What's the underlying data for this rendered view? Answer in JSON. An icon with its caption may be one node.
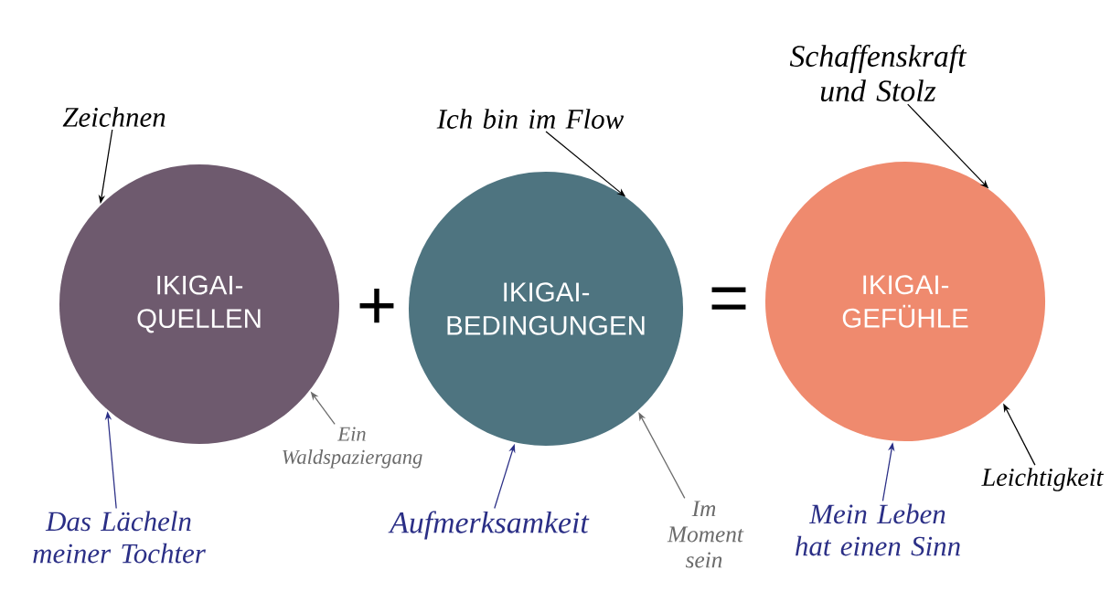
{
  "diagram": {
    "nodes": [
      {
        "text": [
          "IKIGAI- QUELLEN"
        ]
      },
      {
        "text": [
          "IKIGAI- BEDINGUNGEN"
        ]
      },
      {
        "text": [
          "IKIGAI- GEFÜHLE"
        ]
      },
      {
        "text": [
          "Zeichnen"
        ]
      },
      {
        "text": [
          "Das Lächeln meiner Tochter"
        ]
      },
      {
        "text": [
          "Ein Waldspaziergang"
        ]
      },
      {
        "text": [
          "Ich bin im Flow"
        ]
      },
      {
        "text": [
          "Aufmerksamkeit"
        ]
      },
      {
        "text": [
          "Im Moment sein"
        ]
      },
      {
        "text": [
          "Schaffenskraft und Stolz"
        ]
      },
      {
        "text": [
          "Mein Leben hat einen Sinn"
        ]
      },
      {
        "text": [
          "Leichtigkeit"
        ]
      }
    ],
    "edges": [
      {
        "from": 3,
        "to": 0,
        "arrow": "to"
      },
      {
        "from": 4,
        "to": 0,
        "arrow": "to",
        "color": "#2b2f86"
      },
      {
        "from": 5,
        "to": 0,
        "arrow": "to",
        "color": "#6b6b6b"
      },
      {
        "from": 6,
        "to": 1,
        "arrow": "to"
      },
      {
        "from": 7,
        "to": 1,
        "arrow": "to",
        "color": "#2b2f86"
      },
      {
        "from": 8,
        "to": 1,
        "arrow": "to",
        "color": "#6b6b6b"
      },
      {
        "from": 9,
        "to": 2,
        "arrow": "to"
      },
      {
        "from": 10,
        "to": 2,
        "arrow": "to",
        "color": "#2b2f86"
      },
      {
        "from": 11,
        "to": 2,
        "arrow": "to"
      }
    ],
    "labels": [
      "+",
      "="
    ]
  }
}
